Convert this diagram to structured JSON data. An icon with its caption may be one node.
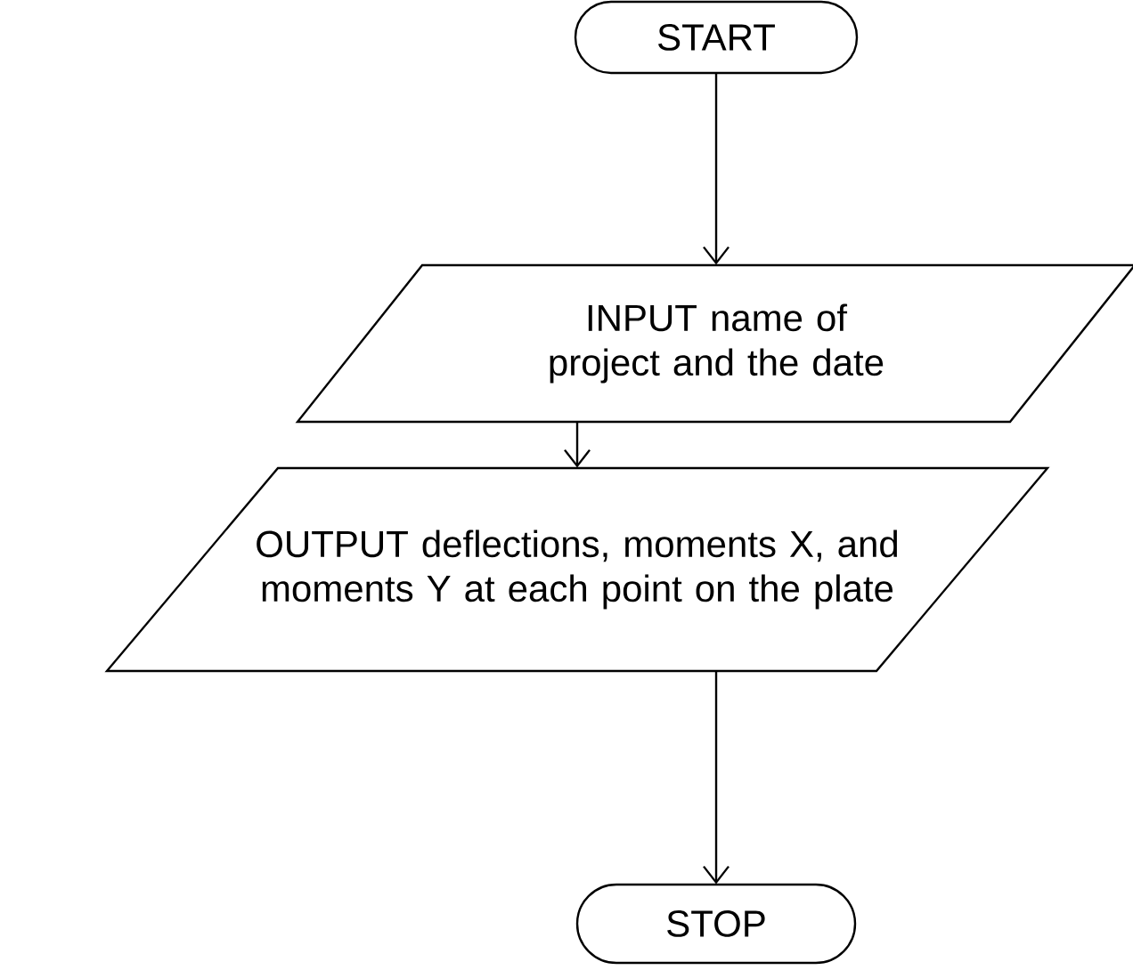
{
  "diagram": {
    "nodes": [
      {
        "text": [
          "START"
        ]
      },
      {
        "text": [
          "INPUT name of project and the date"
        ]
      },
      {
        "text": [
          "OUTPUT deflections, moments X, and moments Y at each point on the plate"
        ]
      },
      {
        "text": [
          "STOP"
        ]
      }
    ],
    "edges": [
      {
        "from": 0,
        "to": 1,
        "arrow": "to"
      },
      {
        "from": 1,
        "to": 2,
        "arrow": "to"
      },
      {
        "from": 2,
        "to": 3,
        "arrow": "to"
      }
    ]
  }
}
